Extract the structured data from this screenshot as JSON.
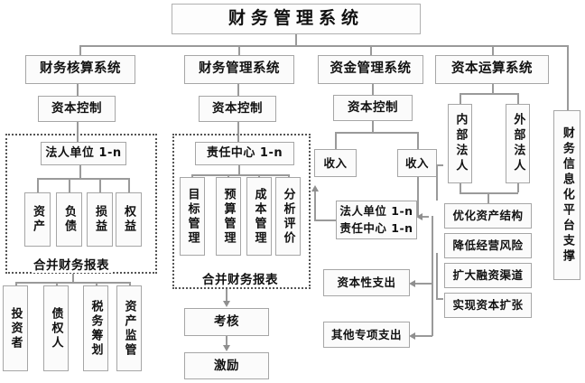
{
  "diagram": {
    "title": "财务管理系统",
    "systems": [
      {
        "label": "财务核算系统"
      },
      {
        "label": "财务管理系统"
      },
      {
        "label": "资金管理系统"
      },
      {
        "label": "资本运算系统"
      }
    ],
    "capital_control": [
      {
        "label": "资本控制"
      },
      {
        "label": "资本控制"
      },
      {
        "label": "资本控制"
      }
    ],
    "accounting_branch": {
      "unit": "法人单位 1-n",
      "elements": [
        {
          "label": "资产"
        },
        {
          "label": "负债"
        },
        {
          "label": "损益"
        },
        {
          "label": "权益"
        }
      ],
      "caption": "合并财务报表",
      "stakeholders": [
        {
          "label": "投资者"
        },
        {
          "label": "债权人"
        },
        {
          "label": "税务筹划"
        },
        {
          "label": "资产监管"
        }
      ]
    },
    "management_branch": {
      "unit": "责任中心 1-n",
      "elements": [
        {
          "label": "目标管理"
        },
        {
          "label": "预算管理"
        },
        {
          "label": "成本管理"
        },
        {
          "label": "分析评价"
        }
      ],
      "caption": "合并财务报表",
      "outputs": [
        {
          "label": "考核"
        },
        {
          "label": "激励"
        }
      ]
    },
    "fund_branch": {
      "income_left": "收入",
      "income_right": "收入",
      "unit_line1": "法人单位 1-n",
      "unit_line2": "责任中心 1-n",
      "expenditures": [
        {
          "label": "资本性支出"
        },
        {
          "label": "其他专项支出"
        }
      ]
    },
    "capital_branch": {
      "entities": [
        {
          "label": "内部法人"
        },
        {
          "label": "外部法人"
        }
      ],
      "goals": [
        {
          "label": "优化资产结构"
        },
        {
          "label": "降低经营风险"
        },
        {
          "label": "扩大融资渠道"
        },
        {
          "label": "实现资本扩张"
        }
      ]
    },
    "platform": {
      "label": "财务信息化平台支撑"
    },
    "colors": {
      "box_border": "#a6a6a6",
      "box_fill": "#fbfbfb",
      "connector": "#9a9a9a",
      "dashed_border": "#555555",
      "text": "#111111",
      "background": "#ffffff"
    }
  }
}
